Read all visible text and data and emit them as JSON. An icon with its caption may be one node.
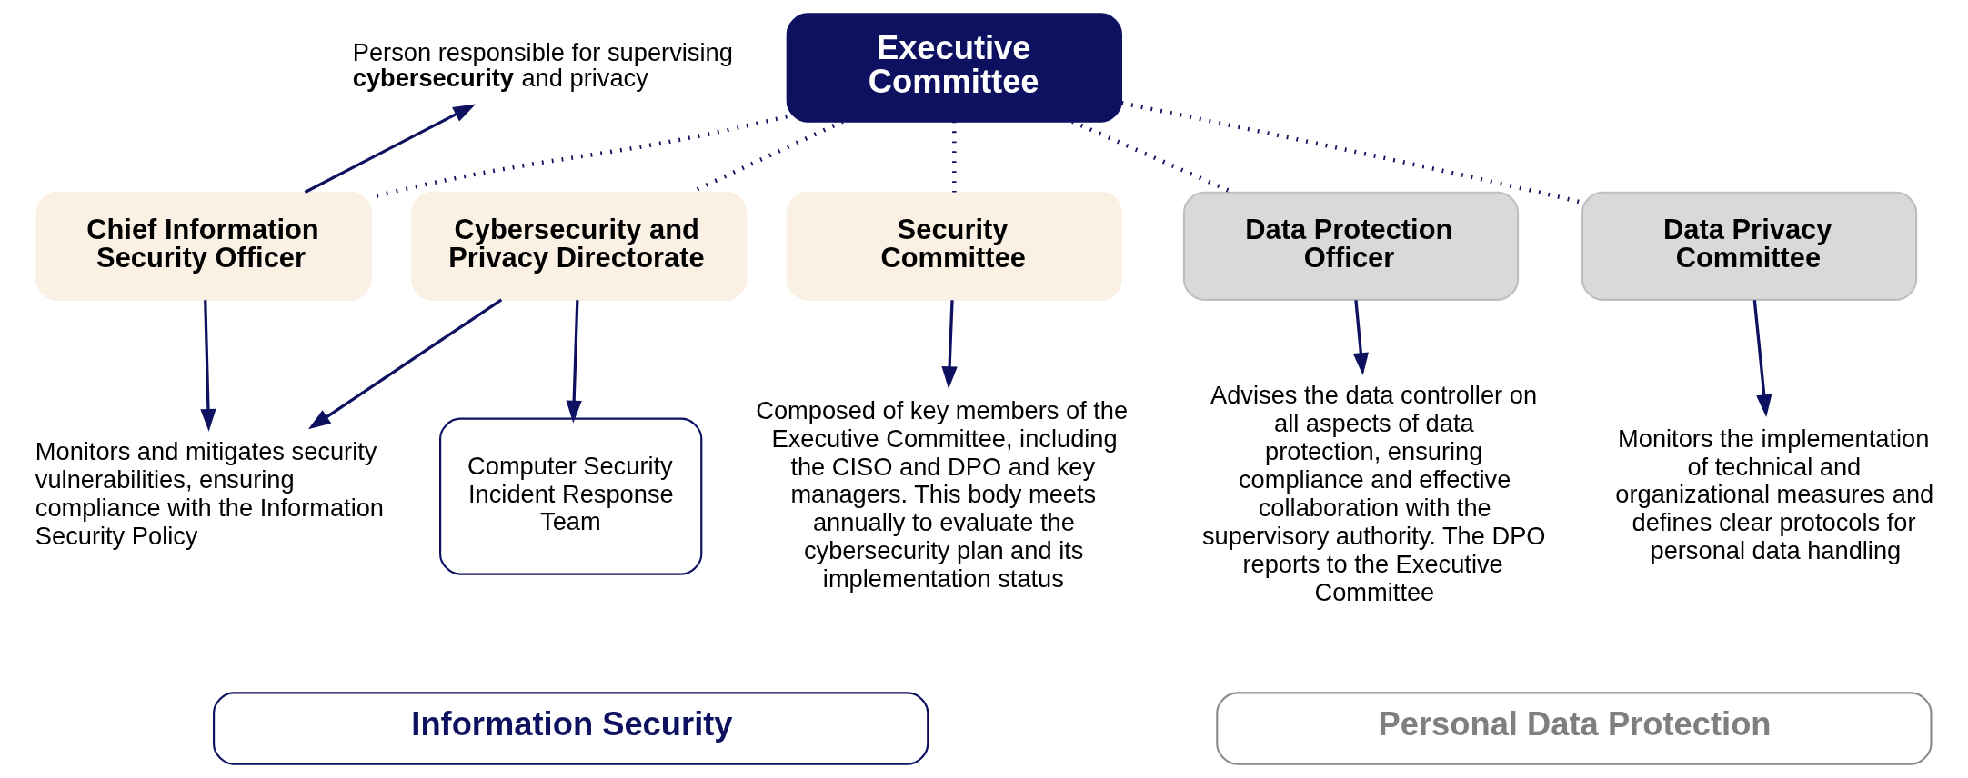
{
  "diagram": {
    "nodes": [
      {
        "text": [
          "Executive Committee"
        ]
      },
      {
        "text": [
          "Chief Information Security Officer"
        ]
      },
      {
        "text": [
          "Cybersecurity and Privacy Directorate"
        ]
      },
      {
        "text": [
          "Security Committee"
        ]
      },
      {
        "text": [
          "Data Protection Officer"
        ]
      },
      {
        "text": [
          "Data Privacy Committee"
        ]
      },
      {
        "text": [
          "Computer Security Incident Response Team"
        ]
      },
      {
        "text": [
          "Monitors and mitigates security vulnerabilities, ensuring compliance with the Information Security Policy"
        ]
      },
      {
        "text": [
          "Composed of key members of the Executive Committee, including the CISO and DPO and key managers. This body meets annually to evaluate the cybersecurity plan and its implementation status"
        ]
      },
      {
        "text": [
          "Advises the data controller on all aspects of data protection, ensuring compliance and effective collaboration with the supervisory authority. The DPO reports to the Executive Committee"
        ]
      },
      {
        "text": [
          "Monitors the implementation of technical and organizational measures and defines clear protocols for personal data handling"
        ]
      },
      {
        "text": [
          "Person responsible for supervising **cybersecurity** and privacy"
        ]
      },
      {
        "text": [
          "Information Security"
        ]
      },
      {
        "text": [
          "Personal Data Protection"
        ]
      }
    ],
    "edges": [
      {
        "from": 0,
        "to": 1,
        "arrow": "none",
        "style": "dashed"
      },
      {
        "from": 0,
        "to": 2,
        "arrow": "none",
        "style": "dashed"
      },
      {
        "from": 0,
        "to": 3,
        "arrow": "none",
        "style": "dashed"
      },
      {
        "from": 0,
        "to": 4,
        "arrow": "none",
        "style": "dashed"
      },
      {
        "from": 0,
        "to": 5,
        "arrow": "none",
        "style": "dashed"
      },
      {
        "from": 1,
        "to": 11,
        "arrow": "to"
      },
      {
        "from": 1,
        "to": 7,
        "arrow": "to"
      },
      {
        "from": 2,
        "to": 6,
        "arrow": "to"
      },
      {
        "from": 2,
        "to": 7,
        "arrow": "to"
      },
      {
        "from": 3,
        "to": 8,
        "arrow": "to"
      },
      {
        "from": 4,
        "to": 9,
        "arrow": "to"
      },
      {
        "from": 5,
        "to": 10,
        "arrow": "to"
      }
    ]
  }
}
